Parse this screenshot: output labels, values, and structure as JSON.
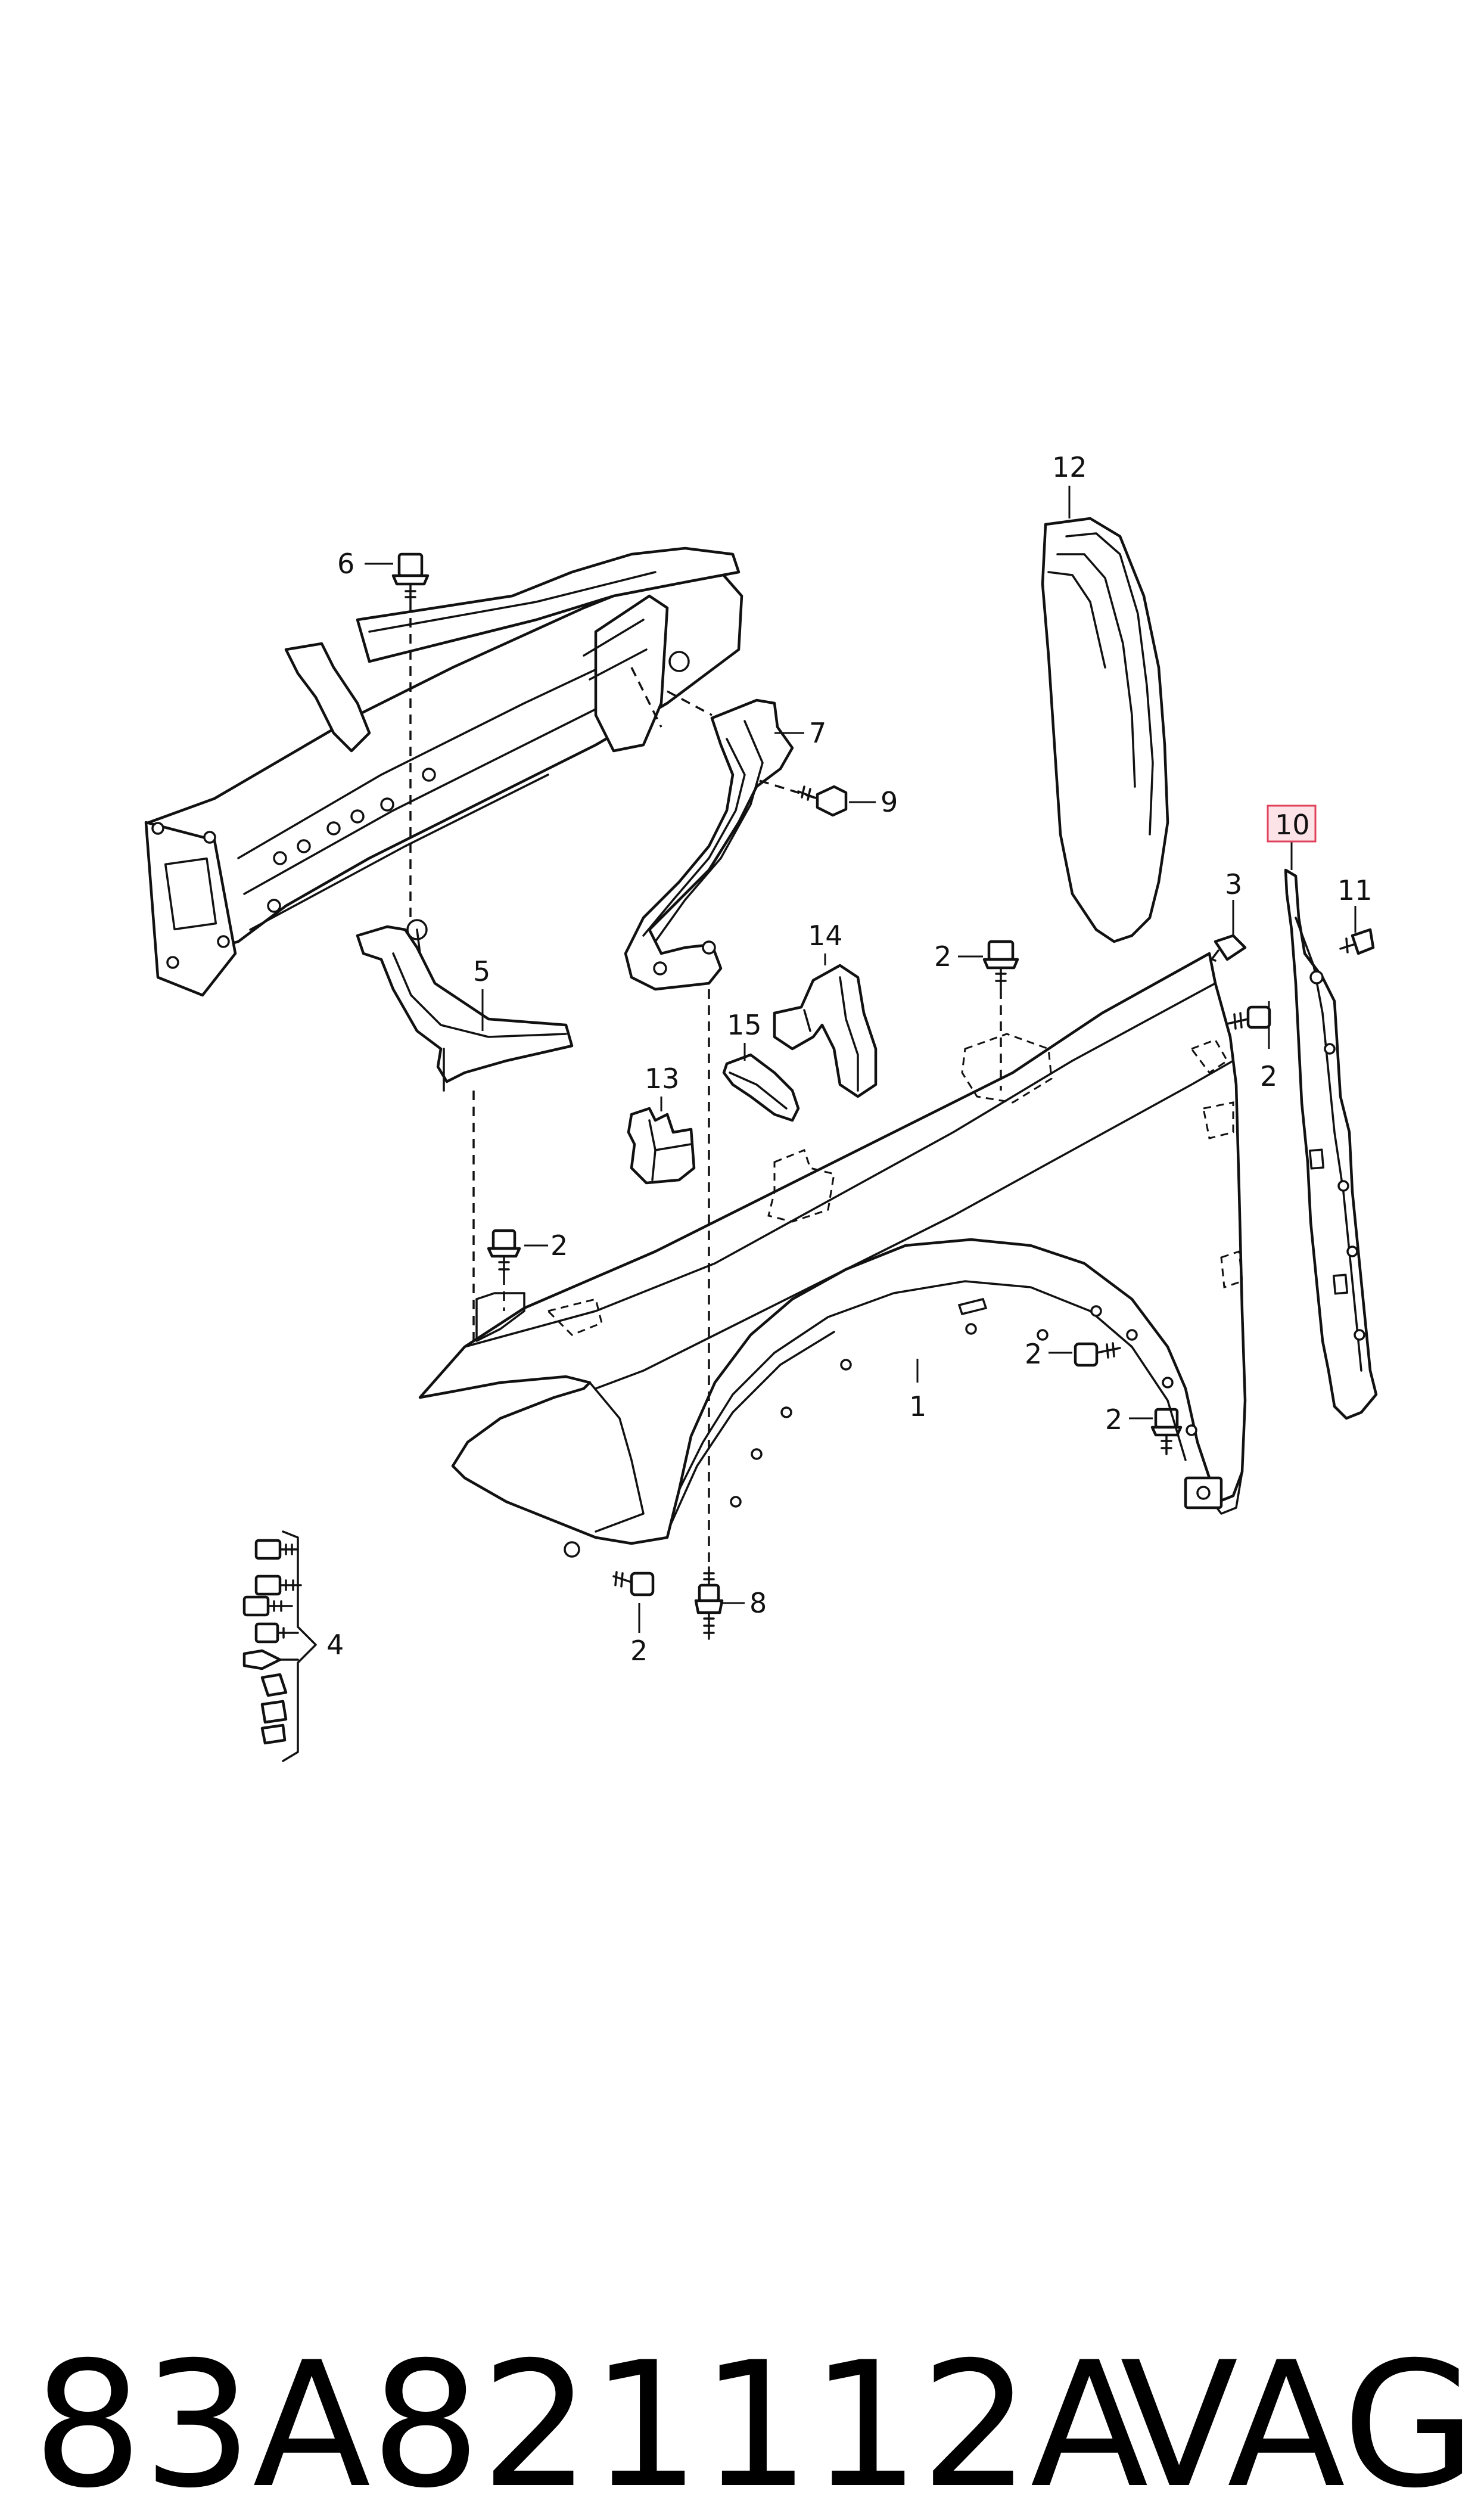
{
  "diagram": {
    "callouts": {
      "c1": "1",
      "c2a": "2",
      "c2b": "2",
      "c2c": "2",
      "c2d": "2",
      "c2e": "2",
      "c2f": "2",
      "c3": "3",
      "c4": "4",
      "c5": "5",
      "c6": "6",
      "c7": "7",
      "c8": "8",
      "c9": "9",
      "c10": "10",
      "c11": "11",
      "c12": "12",
      "c13": "13",
      "c14": "14",
      "c15": "15"
    },
    "highlighted_callout": "10",
    "highlight_color": "#e0405a",
    "line_color": "#111111"
  },
  "footer": {
    "part_number": "83A821112A",
    "brand": "VAG"
  }
}
